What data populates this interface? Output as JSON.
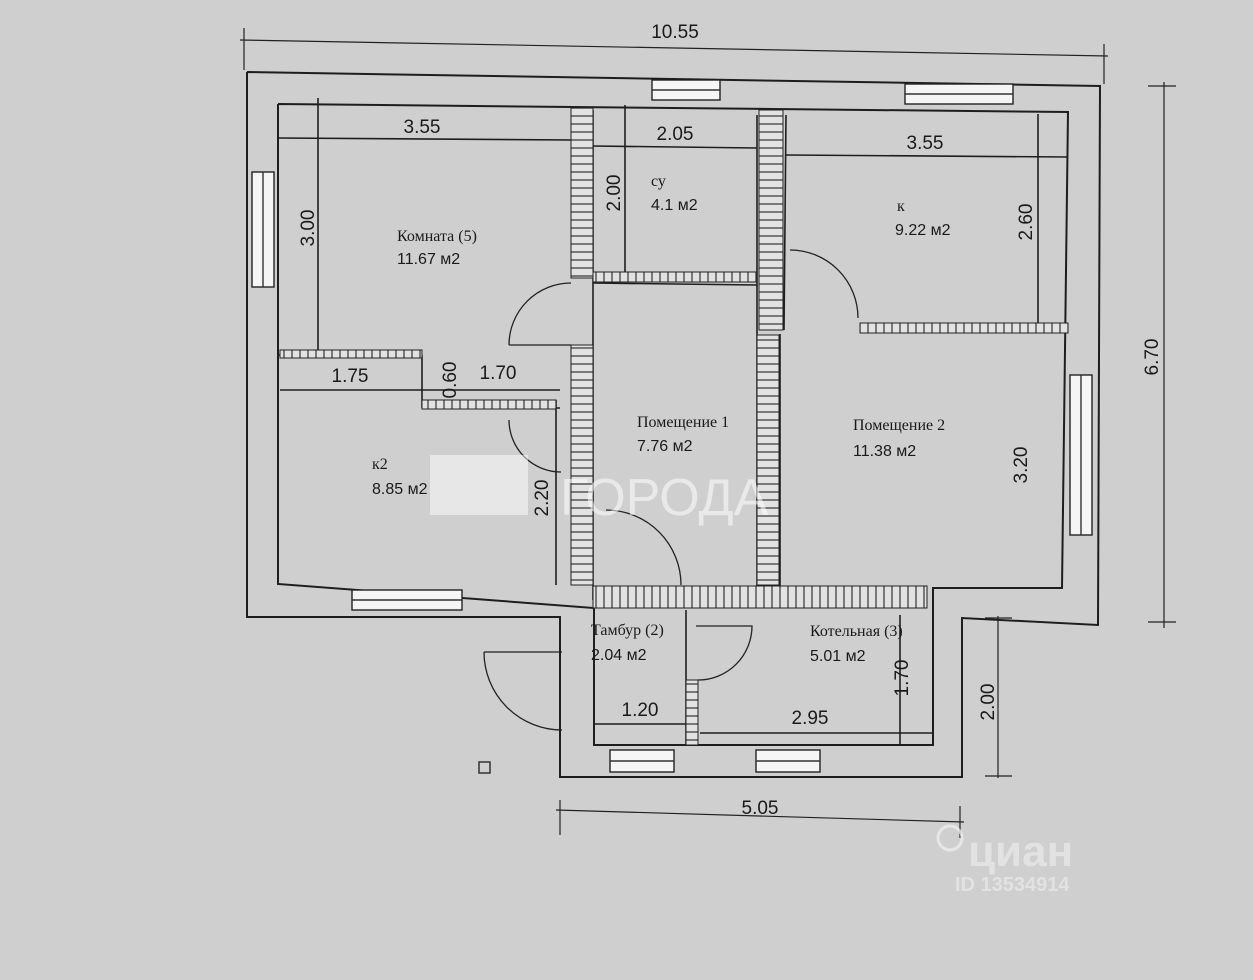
{
  "dimensions": {
    "total_width": "10.55",
    "total_height": "6.70",
    "room5_width": "3.55",
    "su_width": "2.05",
    "k_width": "3.55",
    "room5_height": "3.00",
    "su_height": "2.00",
    "k_height": "2.60",
    "k2_width": "1.75",
    "passage_height": "0.60",
    "passage_width": "1.70",
    "k2_height": "2.20",
    "room2_height": "3.20",
    "tambur_width": "1.20",
    "boiler_width": "2.95",
    "boiler_height": "1.70",
    "annex_height": "2.00",
    "annex_width": "5.05"
  },
  "rooms": {
    "room5": {
      "name": "Комната (5)",
      "area": "11.67 м2"
    },
    "su": {
      "name": "су",
      "area": "4.1 м2"
    },
    "k": {
      "name": "к",
      "area": "9.22 м2"
    },
    "k2": {
      "name": "к2",
      "area": "8.85 м2"
    },
    "room1": {
      "name": "Помещение 1",
      "area": "7.76 м2"
    },
    "room2": {
      "name": "Помещение 2",
      "area": "11.38 м2"
    },
    "tambur": {
      "name": "Тамбур (2)",
      "area": "2.04 м2"
    },
    "boiler": {
      "name": "Котельная (3)",
      "area": "5.01 м2"
    }
  },
  "watermarks": {
    "center": "ГОРОДА",
    "corner_brand": "циан",
    "corner_id": "ID 13534914"
  },
  "colors": {
    "background": "#cfcfcf",
    "line": "#1e1e1e"
  }
}
